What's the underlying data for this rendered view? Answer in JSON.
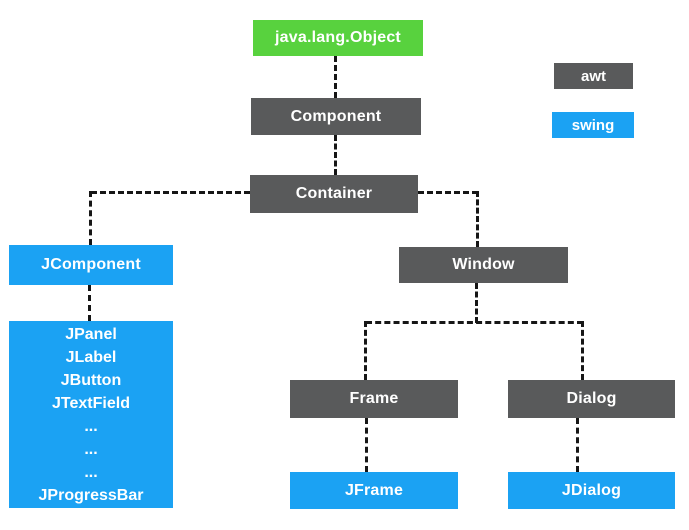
{
  "diagram": {
    "nodes": {
      "object": "java.lang.Object",
      "component": "Component",
      "container": "Container",
      "jcomponent": "JComponent",
      "window": "Window",
      "frame": "Frame",
      "dialog": "Dialog",
      "jframe": "JFrame",
      "jdialog": "JDialog"
    },
    "subclass_box": {
      "lines": [
        "JPanel",
        "JLabel",
        "JButton",
        "JTextField",
        "...",
        "...",
        "...",
        "JProgressBar"
      ]
    },
    "legend": {
      "awt_label": "awt",
      "swing_label": "swing"
    },
    "colors": {
      "awt_gray": "#595a5b",
      "swing_blue": "#1ba2f3",
      "object_green": "#58d23e",
      "line_black": "#161616",
      "text_white": "#ffffff"
    }
  }
}
